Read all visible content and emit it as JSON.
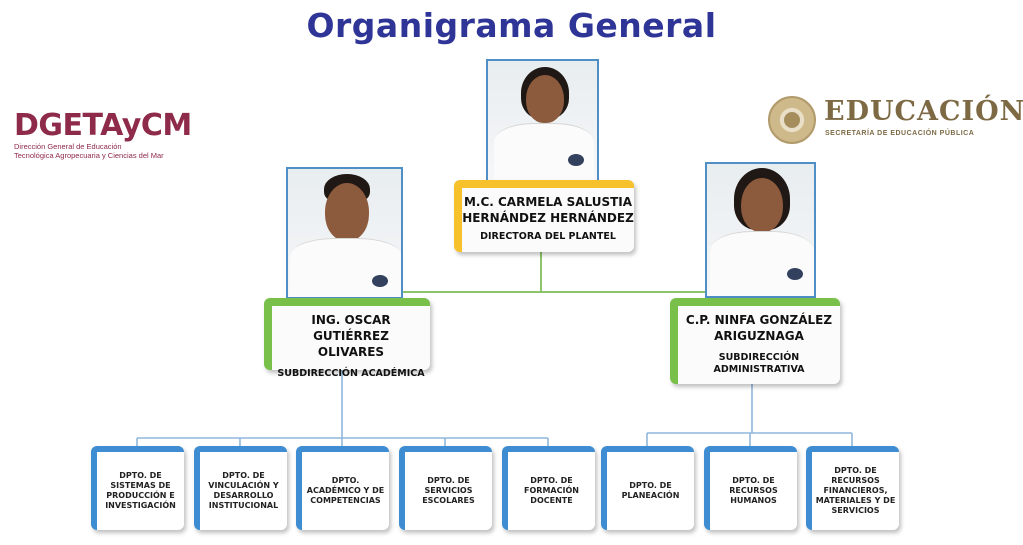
{
  "title": "Organigrama General",
  "logos": {
    "left": {
      "name": "DGETAyCM",
      "line1": "Dirección General de Educación",
      "line2": "Tecnológica Agropecuaria y Ciencias del Mar"
    },
    "right": {
      "name": "EDUCACIÓN",
      "subtitle": "SECRETARÍA DE EDUCACIÓN PÚBLICA"
    }
  },
  "people": {
    "director": {
      "name_line1": "M.C. CARMELA SALUSTIA",
      "name_line2": "HERNÁNDEZ HERNÁNDEZ",
      "role": "DIRECTORA DEL PLANTEL"
    },
    "academic": {
      "name_line1": "ING. OSCAR GUTIÉRREZ",
      "name_line2": "OLIVARES",
      "role": "SUBDIRECCIÓN ACADÉMICA"
    },
    "admin": {
      "name_line1": "C.P. NINFA GONZÁLEZ",
      "name_line2": "ARIGUZNAGA",
      "role_line1": "SUBDIRECCIÓN",
      "role_line2": "ADMINISTRATIVA"
    }
  },
  "departments": [
    {
      "label": "DPTO. DE SISTEMAS DE PRODUCCIÓN E INVESTIGACIÓN"
    },
    {
      "label": "DPTO. DE VINCULACIÓN Y DESARROLLO INSTITUCIONAL"
    },
    {
      "label": "DPTO. ACADÉMICO Y DE COMPETENCIAS"
    },
    {
      "label": "DPTO. DE SERVICIOS ESCOLARES"
    },
    {
      "label": "DPTO. DE FORMACIÓN DOCENTE"
    },
    {
      "label": "DPTO. DE PLANEACIÓN"
    },
    {
      "label": "DPTO. DE RECURSOS HUMANOS"
    },
    {
      "label": "DPTO. DE RECURSOS FINANCIEROS, MATERIALES Y DE SERVICIOS"
    }
  ],
  "colors": {
    "title": "#2f3596",
    "director_accent": "#f6c12a",
    "subdirector_accent": "#79c04a",
    "department_accent": "#3e8cd1",
    "photo_border": "#4f8fc6"
  }
}
